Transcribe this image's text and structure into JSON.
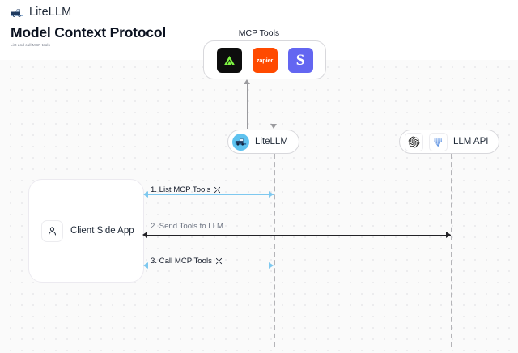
{
  "brand": {
    "name": "LiteLLM",
    "logo_icon": "truck-icon"
  },
  "page": {
    "title": "Model Context Protocol",
    "subtitle": "List and call MCP tools"
  },
  "colors": {
    "canvas_bg": "#fafafa",
    "dot_grid": "#e8e8ea",
    "node_border": "#d8d8dc",
    "lifeline": "#b4b4b8",
    "accent_blue": "#7ec8ef",
    "arrow_black": "#232327",
    "muted_text": "#6b7280",
    "zapier_orange": "#ff4a00",
    "sentry_purple": "#6366f1",
    "tool_black": "#0d0d0d",
    "tool_green": "#7ef542",
    "litellm_avatar": "#5ec2ef"
  },
  "mcp_group": {
    "title": "MCP Tools",
    "tools": [
      {
        "name": "triangle-tool-icon",
        "label": "",
        "bg": "#0d0d0d"
      },
      {
        "name": "zapier-icon",
        "label": "zapier",
        "bg": "#ff4a00"
      },
      {
        "name": "sentry-icon",
        "label": "S",
        "bg": "#6366f1"
      }
    ]
  },
  "nodes": {
    "litellm": {
      "label": "LiteLLM",
      "icon": "litellm-avatar-icon"
    },
    "llm_api": {
      "label": "LLM API",
      "icons": [
        "openai-icon",
        "gemini-icon"
      ]
    },
    "client": {
      "label": "Client Side App",
      "icon": "person-icon"
    }
  },
  "messages": [
    {
      "id": "msg-1",
      "label": "1. List MCP Tools",
      "trailing_icon": "tools-icon",
      "direction": "bidirectional",
      "color": "#7ec8ef"
    },
    {
      "id": "msg-2",
      "label": "2. Send Tools to LLM",
      "trailing_icon": "",
      "direction": "bidirectional",
      "color": "#232327"
    },
    {
      "id": "msg-3",
      "label": "3. Call MCP Tools",
      "trailing_icon": "tools-icon",
      "direction": "bidirectional",
      "color": "#7ec8ef"
    }
  ]
}
